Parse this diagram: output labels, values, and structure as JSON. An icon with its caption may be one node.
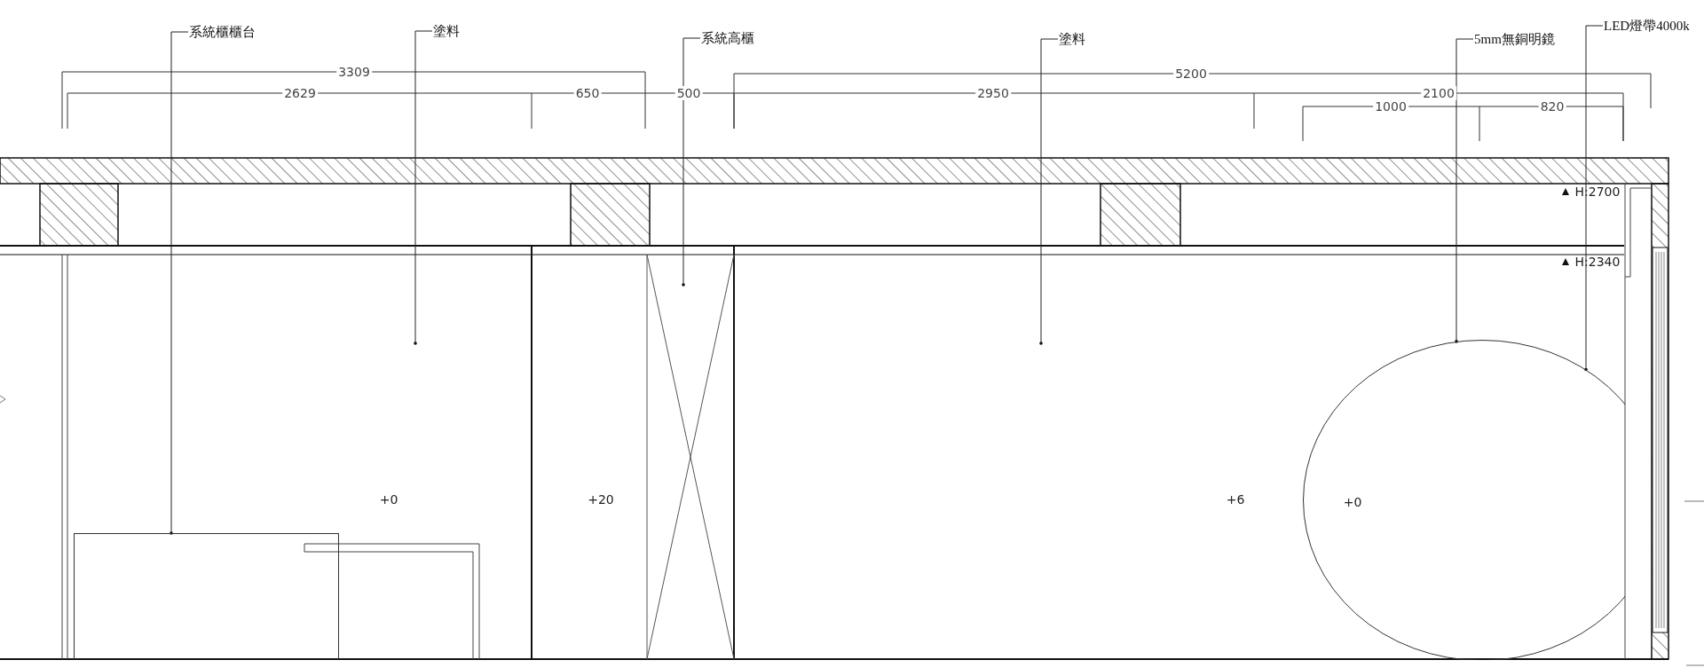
{
  "diagram": {
    "nodes": [
      {
        "text": [
          "系統櫃櫃台"
        ]
      },
      {
        "text": [
          "塗料"
        ]
      },
      {
        "text": [
          "系統高櫃"
        ]
      },
      {
        "text": [
          "塗料"
        ]
      },
      {
        "text": [
          "5mm無銅明鏡"
        ]
      },
      {
        "text": [
          "LED燈帶4000k"
        ]
      },
      {
        "text": [],
        "shape": "box"
      },
      {
        "text": [],
        "shape": "circle"
      }
    ],
    "edges": [
      {
        "from": 0,
        "to": 6,
        "arrow": "other"
      },
      {
        "from": 1,
        "to": null,
        "arrow": "other"
      },
      {
        "from": 2,
        "to": null,
        "arrow": "other"
      },
      {
        "from": 3,
        "to": null,
        "arrow": "other"
      },
      {
        "from": 4,
        "to": 7,
        "arrow": "other"
      },
      {
        "from": 5,
        "to": 7,
        "arrow": "other"
      }
    ],
    "labels": [
      "3309",
      "5200",
      "2629",
      "650",
      "500",
      "2950",
      "2100",
      "1000",
      "820",
      "H:2700",
      "H:2340",
      "+0",
      "+20",
      "+6",
      "+0"
    ]
  }
}
